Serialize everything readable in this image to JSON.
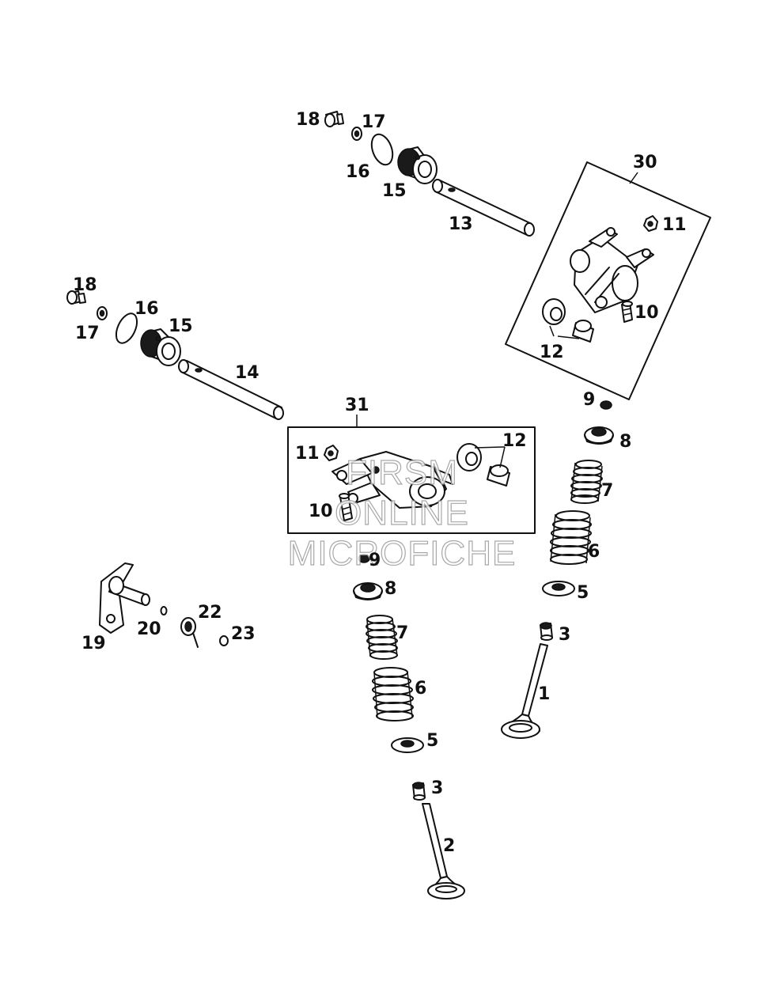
{
  "labels": {
    "l1": "1",
    "l2": "2",
    "l3a": "3",
    "l3b": "3",
    "l5a": "5",
    "l5b": "5",
    "l6a": "6",
    "l6b": "6",
    "l7a": "7",
    "l7b": "7",
    "l8a": "8",
    "l8b": "8",
    "l9a": "9",
    "l9b": "9",
    "l10a": "10",
    "l10b": "10",
    "l11a": "11",
    "l11b": "11",
    "l12a": "12",
    "l12b": "12",
    "l13": "13",
    "l14": "14",
    "l15a": "15",
    "l15b": "15",
    "l16a": "16",
    "l16b": "16",
    "l17a": "17",
    "l17b": "17",
    "l18a": "18",
    "l18b": "18",
    "l19": "19",
    "l20": "20",
    "l22": "22",
    "l23": "23",
    "l30": "30",
    "l31": "31"
  },
  "watermark": {
    "line1": "FIRSM",
    "line2": "ONLINE",
    "line3": "MICROFICHE"
  }
}
